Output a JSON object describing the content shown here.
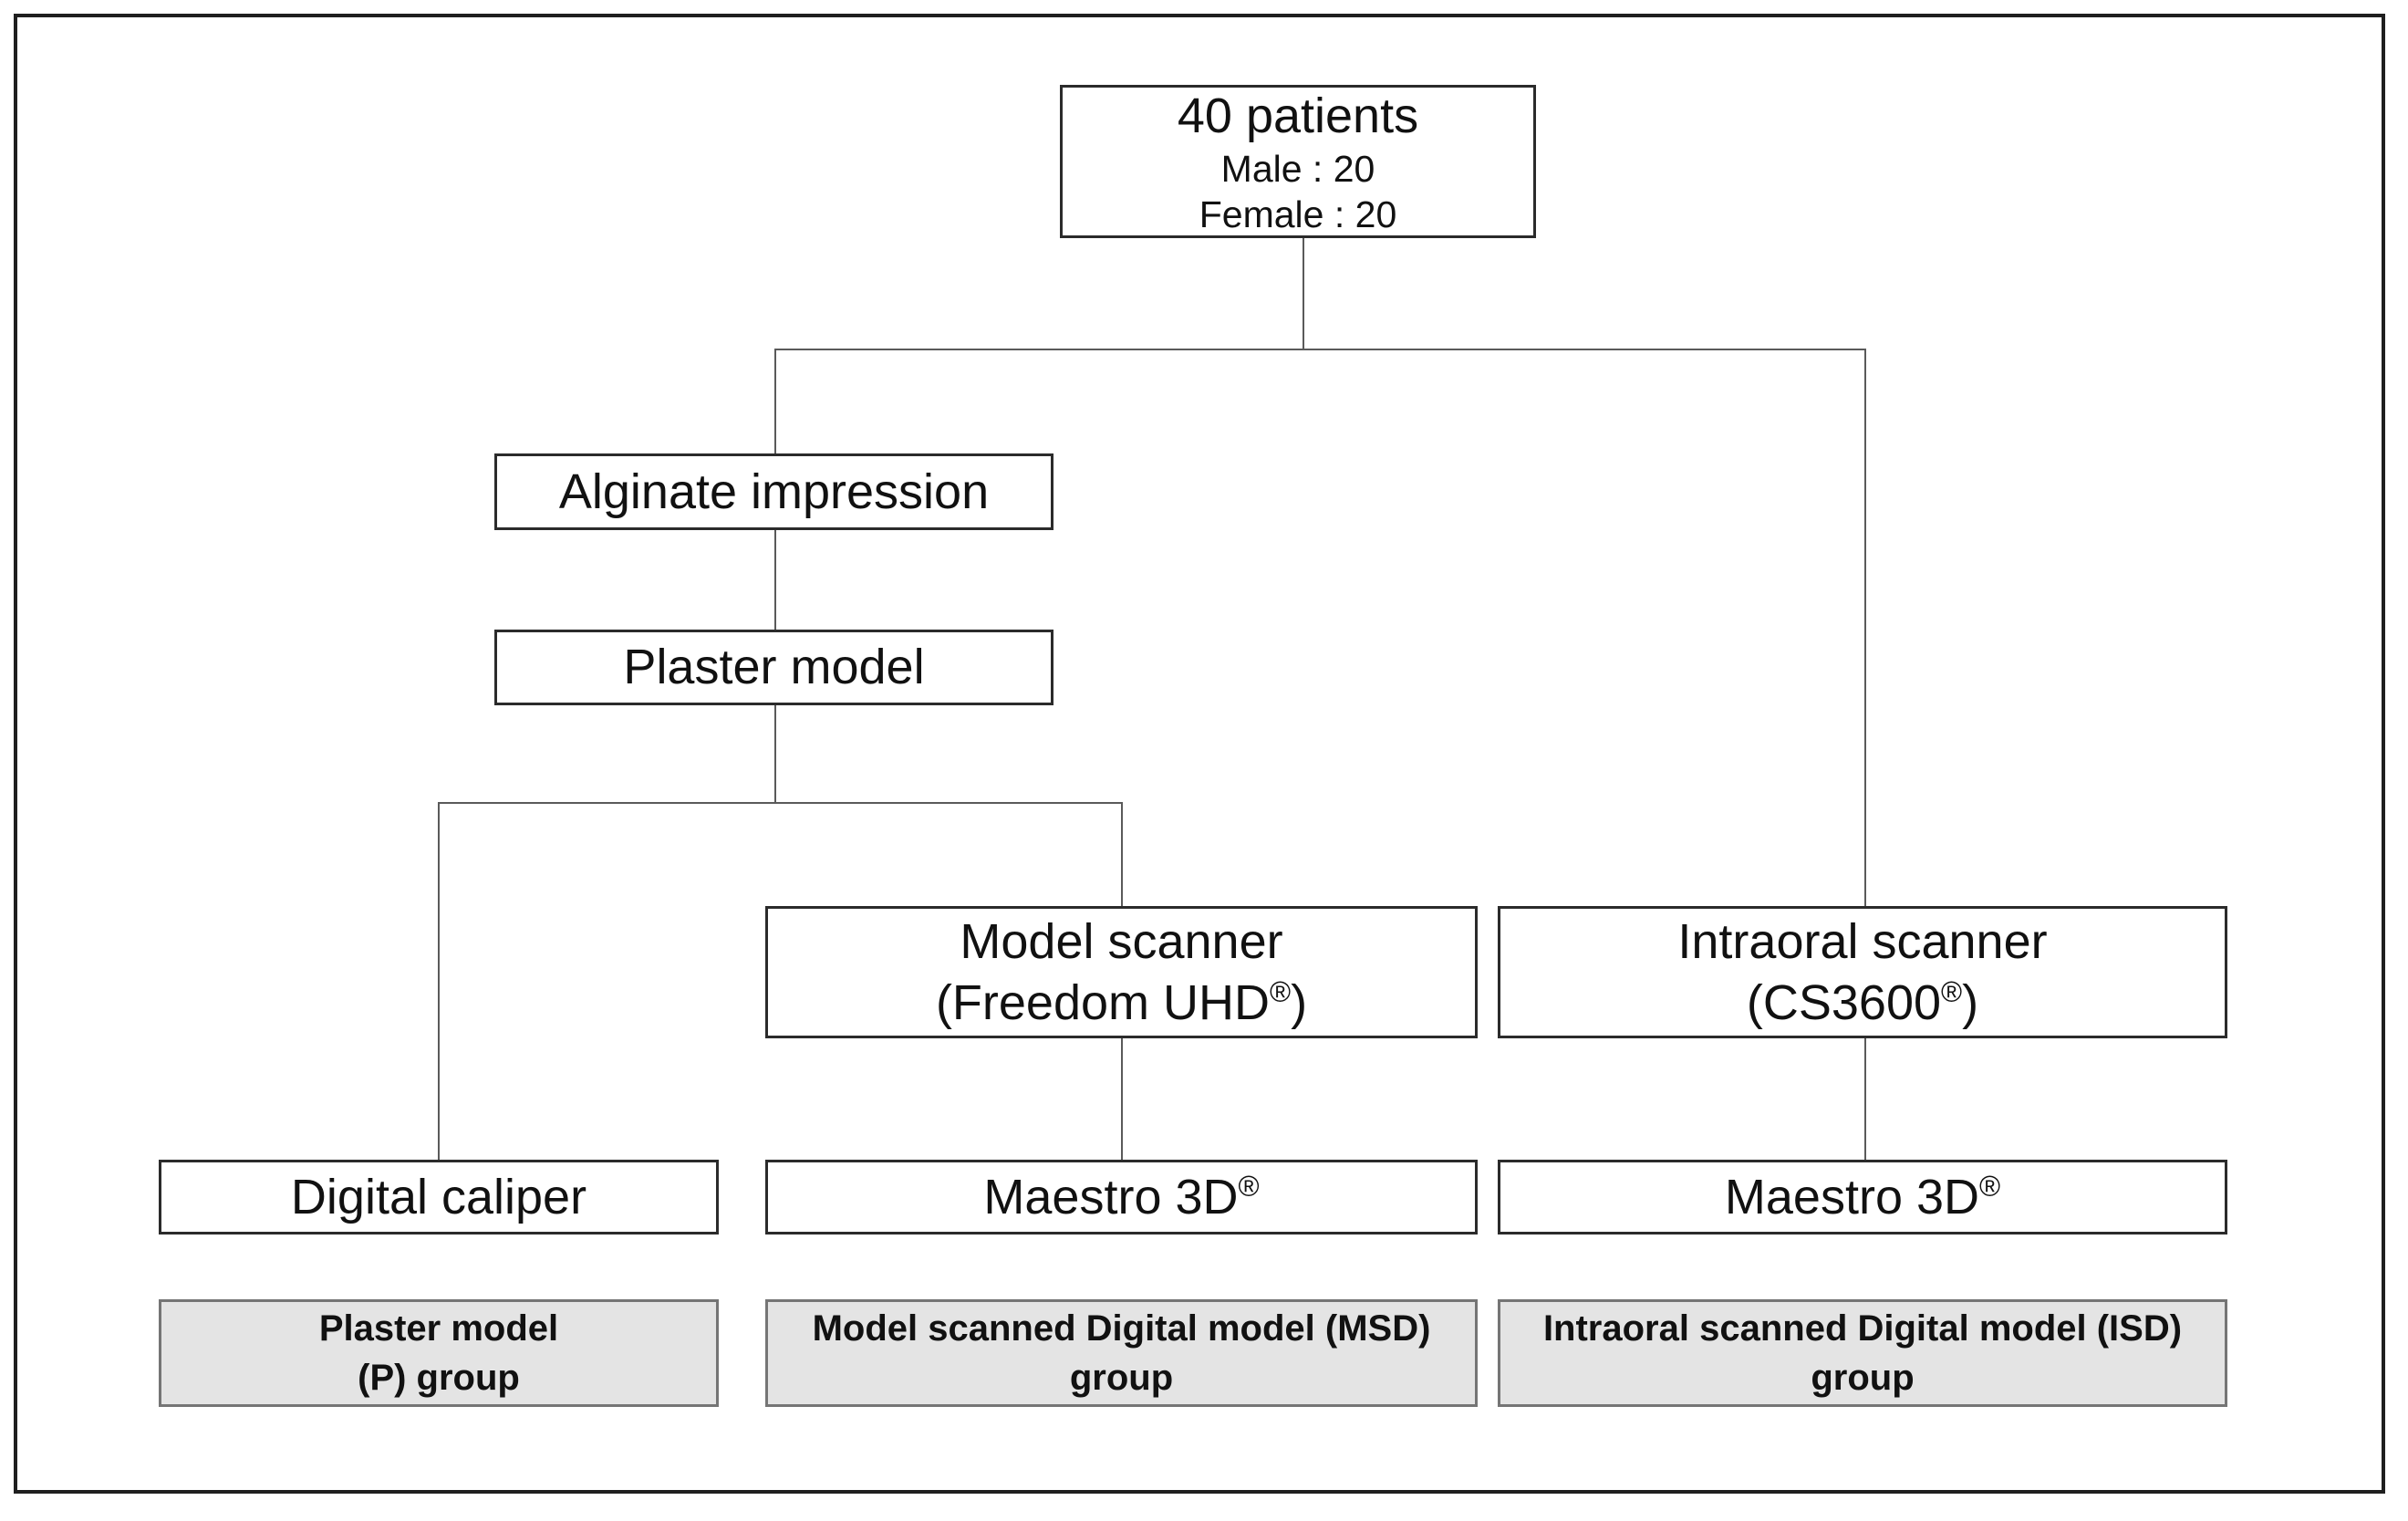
{
  "figure": {
    "type": "study-design-flowchart",
    "colors": {
      "frame_border": "#1f1f1f",
      "node_border": "#2b2b2b",
      "node_fill": "#ffffff",
      "group_fill": "#e4e4e4",
      "group_border": "#757575",
      "connector": "#5a5a5a",
      "text": "#111111"
    }
  },
  "nodes": {
    "patients": {
      "title": "40 patients",
      "male": "Male : 20",
      "female": "Female : 20"
    },
    "alginate": {
      "label": "Alginate impression"
    },
    "plaster": {
      "label": "Plaster model"
    },
    "model_scanner": {
      "line1": "Model scanner",
      "line2_pre": "(Freedom UHD",
      "line2_sup": "®",
      "line2_post": ")"
    },
    "intraoral_scanner": {
      "line1": "Intraoral scanner",
      "line2_pre": "(CS3600",
      "line2_sup": "®",
      "line2_post": ")"
    },
    "digital_caliper": {
      "label": "Digital caliper"
    },
    "maestro_msd": {
      "pre": "Maestro 3D",
      "sup": "®"
    },
    "maestro_isd": {
      "pre": "Maestro 3D",
      "sup": "®"
    },
    "group_p": {
      "line1": "Plaster model",
      "line2": "(P) group"
    },
    "group_msd": {
      "line1": "Model scanned Digital model (MSD)",
      "line2": "group"
    },
    "group_isd": {
      "line1": "Intraoral scanned Digital model (ISD)",
      "line2": "group"
    }
  }
}
